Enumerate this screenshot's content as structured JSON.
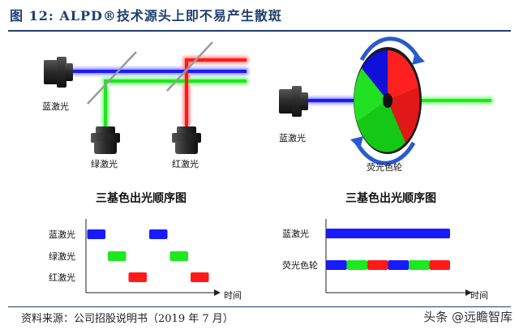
{
  "figure": {
    "title": "图 12:  ALPD®技术源头上即不易产生散斑",
    "source": "资料来源：公司招股说明书（2019 年 7 月）",
    "watermark": {
      "prefix": "头条",
      "handle": "@远瞻智库"
    }
  },
  "left_diagram": {
    "labels": {
      "blue": "蓝激光",
      "green": "绿激光",
      "red": "红激光"
    }
  },
  "right_diagram": {
    "labels": {
      "blue": "蓝激光",
      "wheel": "荧光色轮"
    }
  },
  "left_chart": {
    "title": "三基色出光顺序图",
    "rows": [
      "蓝激光",
      "绿激光",
      "红激光"
    ],
    "xlabel": "时间",
    "segments": [
      {
        "row": 0,
        "start": 0,
        "end": 1,
        "color": "blue"
      },
      {
        "row": 1,
        "start": 1,
        "end": 2,
        "color": "green"
      },
      {
        "row": 2,
        "start": 2,
        "end": 3,
        "color": "red"
      },
      {
        "row": 0,
        "start": 3,
        "end": 4,
        "color": "blue"
      },
      {
        "row": 1,
        "start": 4,
        "end": 5,
        "color": "green"
      },
      {
        "row": 2,
        "start": 5,
        "end": 6,
        "color": "red"
      }
    ]
  },
  "right_chart": {
    "title": "三基色出光顺序图",
    "rows": [
      "蓝激光",
      "荧光色轮"
    ],
    "xlabel": "时间",
    "segments": [
      {
        "row": 0,
        "start": 0,
        "end": 6,
        "color": "blue"
      },
      {
        "row": 1,
        "start": 0,
        "end": 1,
        "color": "blue"
      },
      {
        "row": 1,
        "start": 1,
        "end": 2,
        "color": "green"
      },
      {
        "row": 1,
        "start": 2,
        "end": 3,
        "color": "red"
      },
      {
        "row": 1,
        "start": 3,
        "end": 4,
        "color": "blue"
      },
      {
        "row": 1,
        "start": 4,
        "end": 5,
        "color": "green"
      },
      {
        "row": 1,
        "start": 5,
        "end": 6,
        "color": "red"
      }
    ]
  },
  "colors": {
    "blue": "#1a1aff",
    "green": "#1ee81e",
    "red": "#ff1a1a",
    "accent": "#1f3f6e"
  }
}
